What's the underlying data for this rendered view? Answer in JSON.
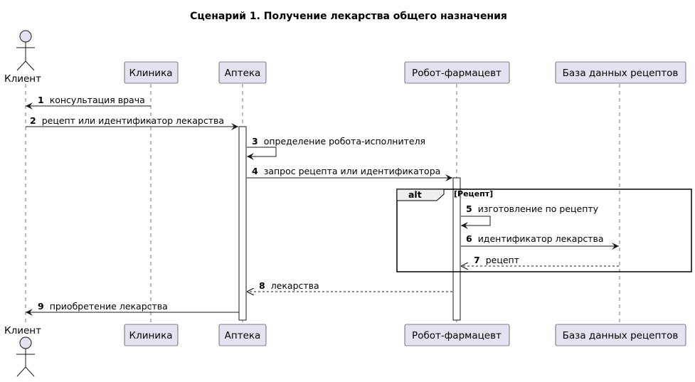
{
  "title": "Сценарий 1. Получение лекарства общего назначения",
  "participants": {
    "client": "Клиент",
    "clinic": "Клиника",
    "pharmacy": "Аптека",
    "robot": "Робот-фармацевт",
    "db": "База данных рецептов"
  },
  "messages": [
    {
      "num": "1",
      "text": "консультация врача"
    },
    {
      "num": "2",
      "text": "рецепт или идентификатор лекарства"
    },
    {
      "num": "3",
      "text": "определение робота-исполнителя"
    },
    {
      "num": "4",
      "text": "запрос рецепта или идентификатора"
    },
    {
      "num": "5",
      "text": "изготовление по рецепту"
    },
    {
      "num": "6",
      "text": "идентификатор лекарства"
    },
    {
      "num": "7",
      "text": "рецепт"
    },
    {
      "num": "8",
      "text": "лекарства"
    },
    {
      "num": "9",
      "text": "приобретение лекарства"
    }
  ],
  "frame": {
    "keyword": "alt",
    "condition": "[Рецепт]"
  },
  "colors": {
    "participant_fill": "#e2e2f0",
    "participant_border": "#181818",
    "lifeline": "#181818",
    "activation_fill": "#ffffff"
  }
}
